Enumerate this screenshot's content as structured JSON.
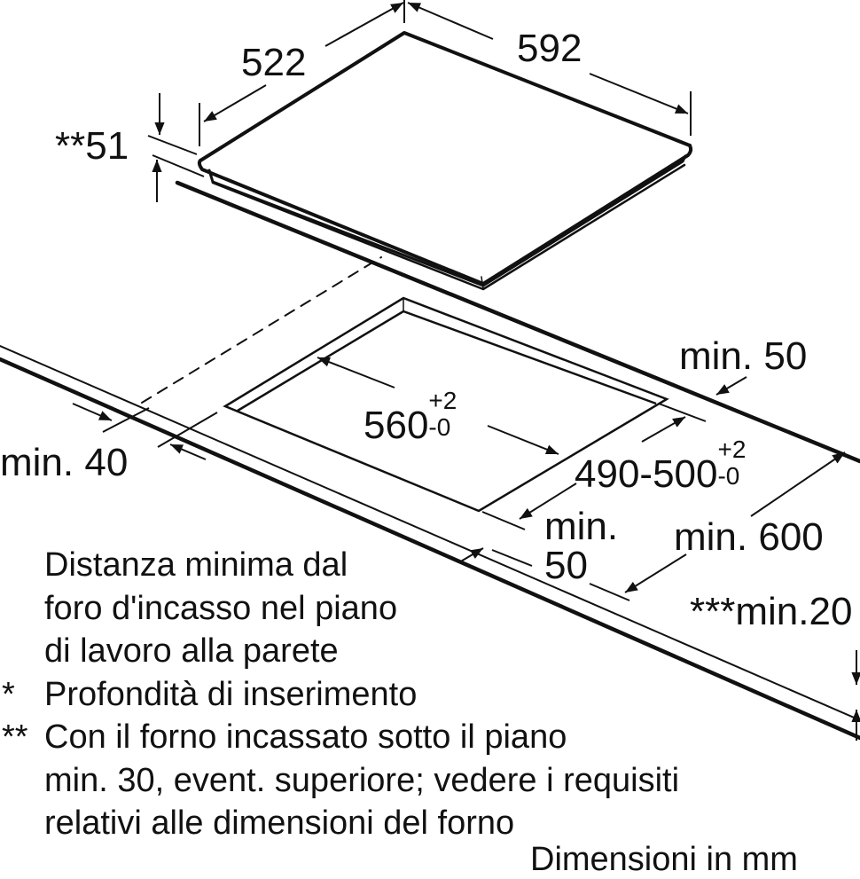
{
  "diagram": {
    "type": "hob-installation-drawing",
    "line_color": "#111111",
    "background": "#ffffff",
    "hob": {
      "depth": "522",
      "width": "592",
      "height_label": "**51"
    },
    "cutout": {
      "width": {
        "value": "560",
        "tol_plus": "+2",
        "tol_minus": "-0"
      },
      "depth": {
        "value": "490-500",
        "tol_plus": "+2",
        "tol_minus": "-0"
      }
    },
    "clearances": {
      "min_40": "min. 40",
      "min_50_back": "min. 50",
      "min_50_front_line1": "min.",
      "min_50_front_line2": "50",
      "min_600": "min. 600",
      "min_20": "***min.20"
    }
  },
  "legend": [
    {
      "mark": "",
      "text": "Distanza minima dal"
    },
    {
      "mark": "",
      "text": "foro d'incasso nel piano"
    },
    {
      "mark": "",
      "text": "di lavoro alla parete"
    },
    {
      "mark": "*",
      "text": "Profondità di inserimento"
    },
    {
      "mark": "**",
      "text": "Con il forno incassato sotto il piano"
    },
    {
      "mark": "",
      "text": "min. 30, event. superiore; vedere i requisiti"
    },
    {
      "mark": "",
      "text": "relativi alle dimensioni del forno"
    }
  ],
  "footer": "Dimensioni in mm"
}
